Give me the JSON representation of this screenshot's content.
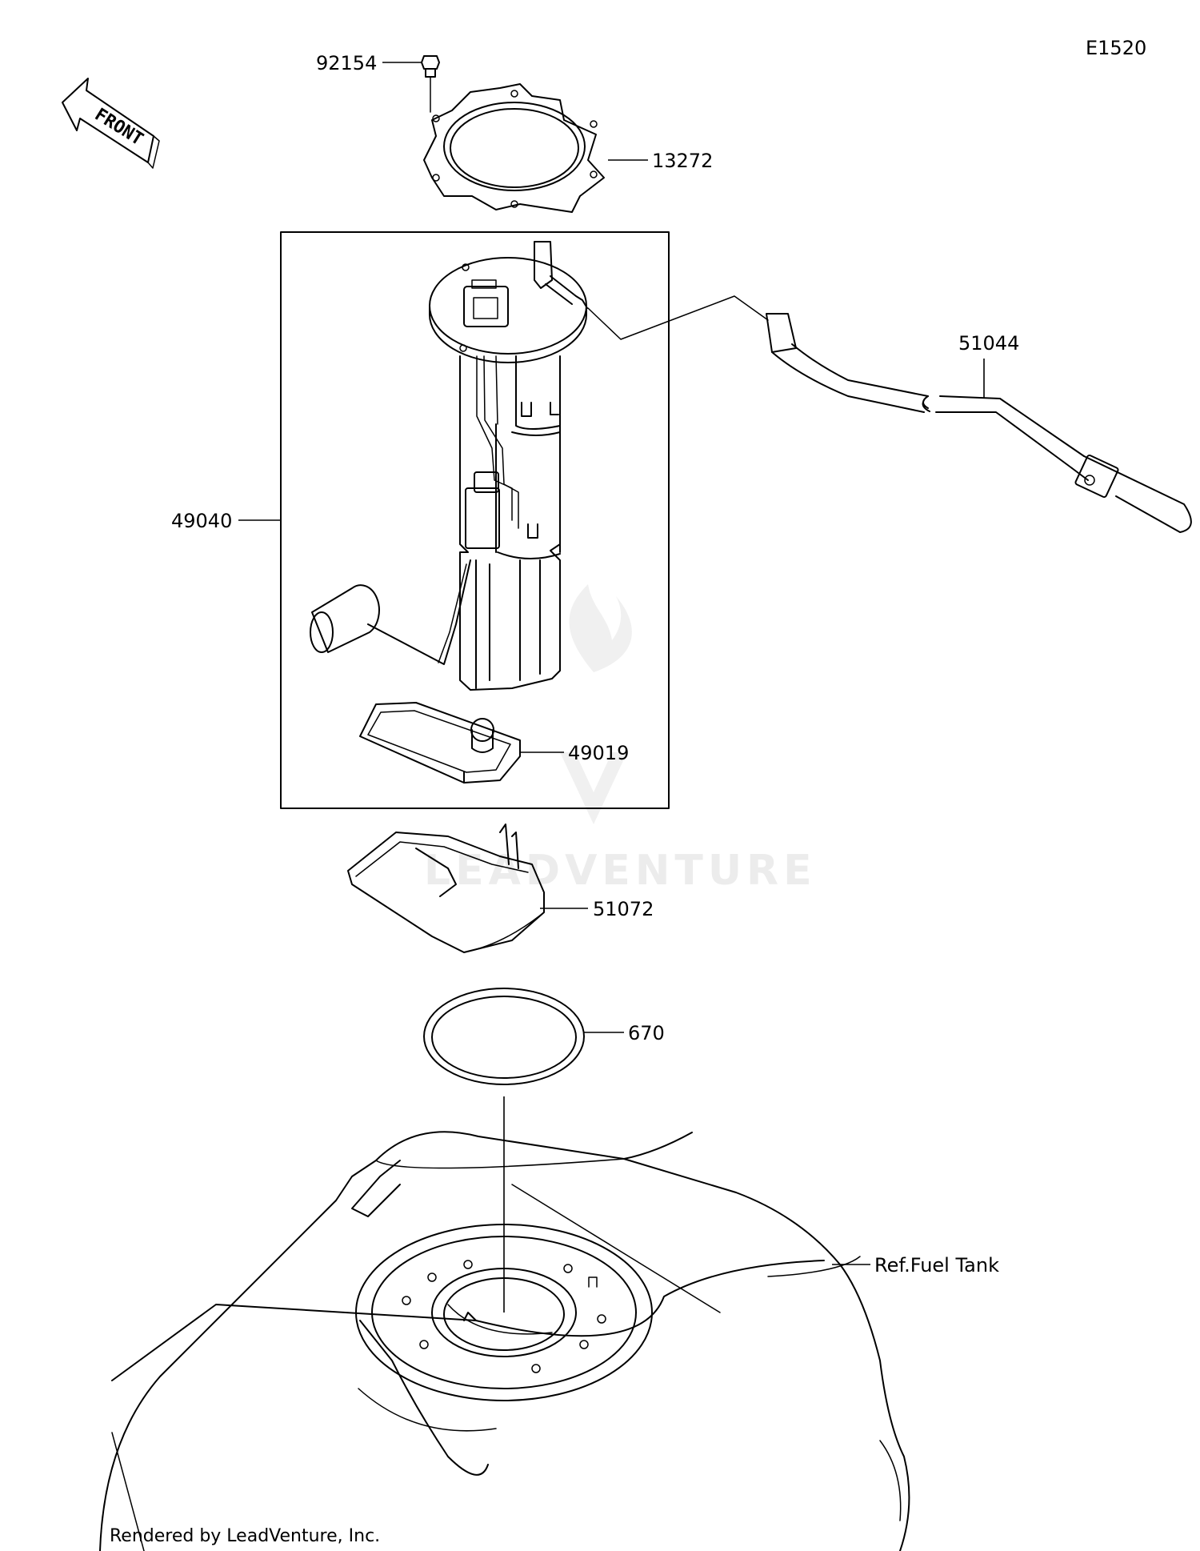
{
  "diagram_code": "E1520",
  "front_marker": "FRONT",
  "parts": [
    {
      "number": "92154"
    },
    {
      "number": "13272"
    },
    {
      "number": "51044"
    },
    {
      "number": "49040"
    },
    {
      "number": "49019"
    },
    {
      "number": "51072"
    },
    {
      "number": "670"
    }
  ],
  "reference": "Ref.Fuel Tank",
  "footer": "Rendered by LeadVenture, Inc.",
  "watermark": "LEADVENTURE"
}
